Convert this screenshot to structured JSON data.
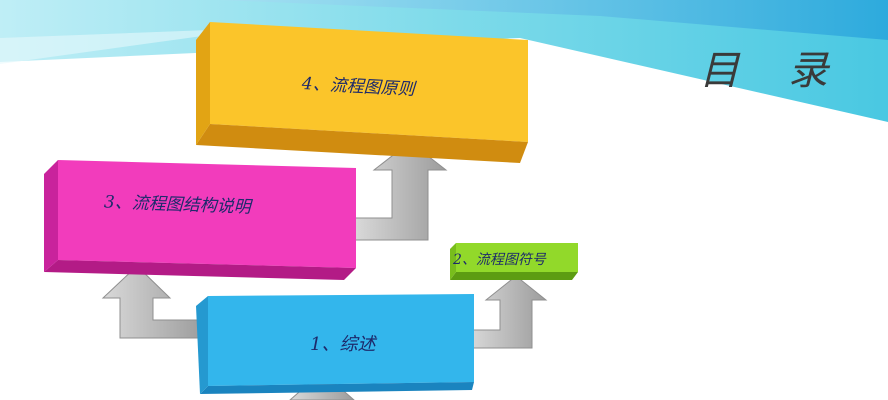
{
  "title": "目 录",
  "items": [
    {
      "label": "1、综述",
      "color": "#29aee7"
    },
    {
      "label": "2、流程图符号",
      "color": "#8ad11b"
    },
    {
      "label": "3、流程图结构说明",
      "color": "#f02bb4"
    },
    {
      "label": "4、流程图原则",
      "color": "#f4b91b"
    }
  ],
  "colors": {
    "banner_light": "#66d6e8",
    "banner_dark": "#2aa7dc",
    "arrow": "#b7b7b7"
  }
}
